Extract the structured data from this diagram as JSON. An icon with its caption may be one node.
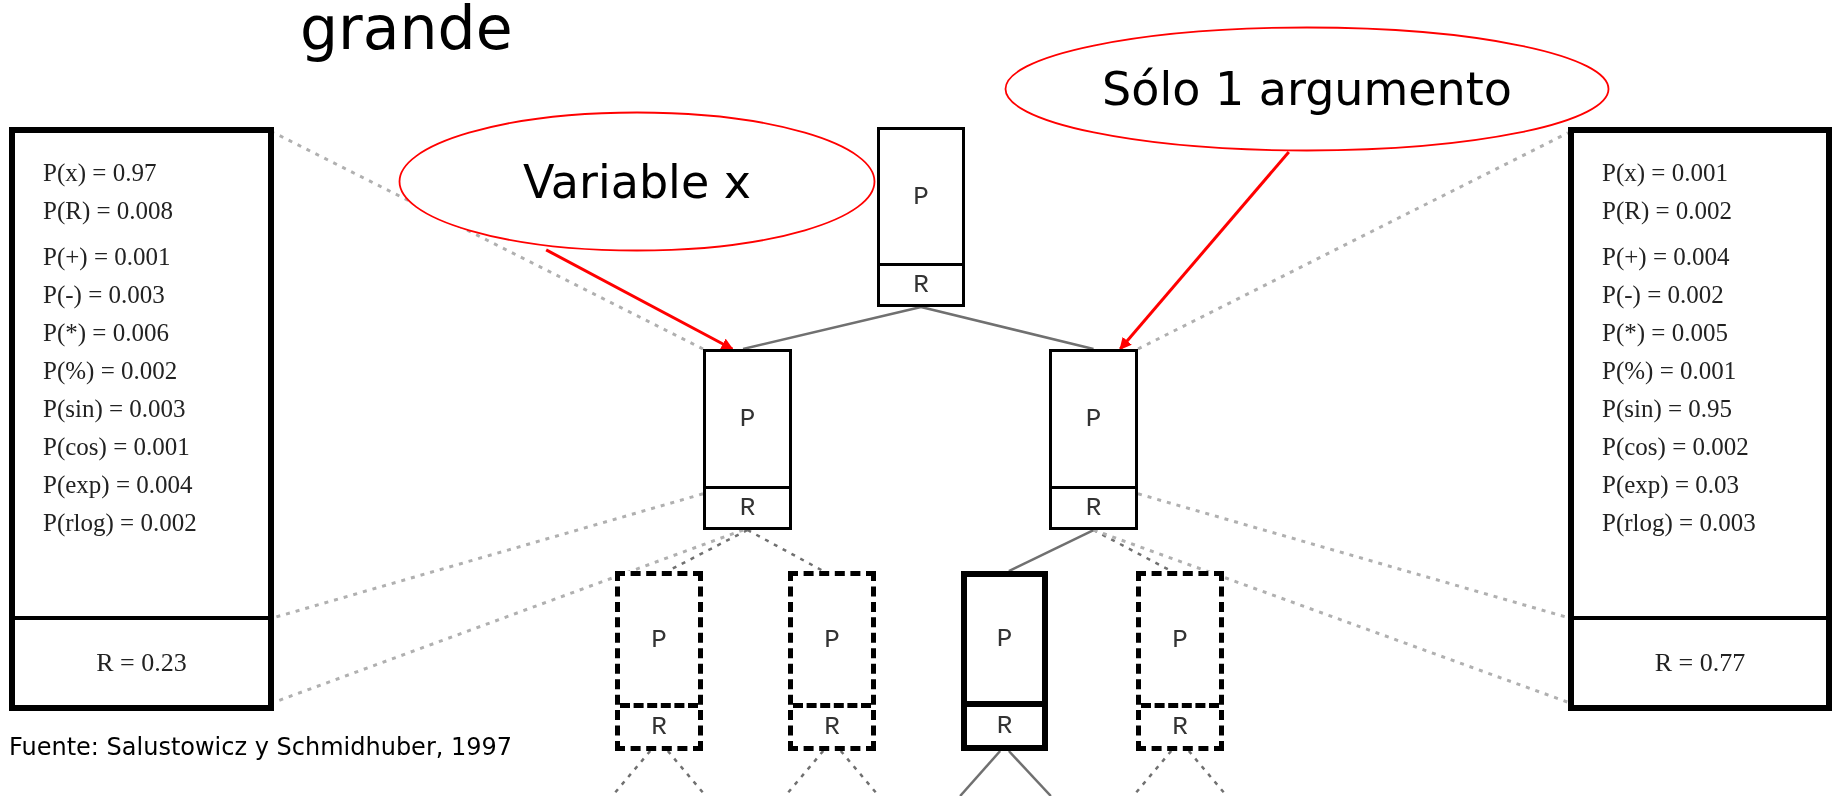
{
  "diagram": {
    "title": "grande",
    "caption": "Fuente: Salustowicz y Schmidhuber, 1997",
    "nodes": [
      {
        "text": [
          "P(x) = 0.97",
          "P(R) = 0.008",
          "P(+) = 0.001",
          "P(-) = 0.003",
          "P(*) = 0.006",
          "P(%) = 0.002",
          "P(sin) = 0.003",
          "P(cos) = 0.001",
          "P(exp) = 0.004",
          "P(rlog) = 0.002",
          "R = 0.23"
        ]
      },
      {
        "text": [
          "Variable x"
        ]
      },
      {
        "text": [
          "Sólo 1 argumento"
        ]
      },
      {
        "text": [
          "P",
          "R"
        ]
      },
      {
        "text": [
          "P",
          "R"
        ]
      },
      {
        "text": [
          "P",
          "R"
        ]
      },
      {
        "text": [
          "P",
          "R"
        ]
      },
      {
        "text": [
          "P",
          "R"
        ]
      },
      {
        "text": [
          "P",
          "R"
        ]
      },
      {
        "text": [
          "P",
          "R"
        ]
      },
      {
        "text": [
          "P(x) = 0.001",
          "P(R) = 0.002",
          "P(+) = 0.004",
          "P(-) = 0.002",
          "P(*) = 0.005",
          "P(%) = 0.001",
          "P(sin) = 0.95",
          "P(cos) = 0.002",
          "P(exp) = 0.03",
          "P(rlog) = 0.003",
          "R = 0.77"
        ]
      }
    ],
    "edges": [
      {
        "from": 3,
        "to": 4,
        "arrow": "none"
      },
      {
        "from": 3,
        "to": 5,
        "arrow": "none"
      },
      {
        "from": 4,
        "to": 6,
        "arrow": "none",
        "style": "dashed"
      },
      {
        "from": 4,
        "to": 7,
        "arrow": "none",
        "style": "dashed"
      },
      {
        "from": 5,
        "to": 8,
        "arrow": "none"
      },
      {
        "from": 5,
        "to": 9,
        "arrow": "none",
        "style": "dashed"
      },
      {
        "from": 1,
        "to": 4,
        "arrow": "to",
        "color": "#ff0000"
      },
      {
        "from": 2,
        "to": 5,
        "arrow": "to",
        "color": "#ff0000"
      },
      {
        "from": 4,
        "to": 0,
        "arrow": "none",
        "style": "dashed",
        "color": "#b0b0b0"
      },
      {
        "from": 4,
        "to": 0,
        "arrow": "none",
        "style": "dashed",
        "color": "#b0b0b0"
      },
      {
        "from": 4,
        "to": 0,
        "arrow": "none",
        "style": "dashed",
        "color": "#b0b0b0"
      },
      {
        "from": 5,
        "to": 10,
        "arrow": "none",
        "style": "dashed",
        "color": "#b0b0b0"
      },
      {
        "from": 5,
        "to": 10,
        "arrow": "none",
        "style": "dashed",
        "color": "#b0b0b0"
      },
      {
        "from": 5,
        "to": 10,
        "arrow": "none",
        "style": "dashed",
        "color": "#b0b0b0"
      },
      {
        "from": 6,
        "to": null,
        "arrow": "none",
        "style": "dashed"
      },
      {
        "from": 6,
        "to": null,
        "arrow": "none",
        "style": "dashed"
      },
      {
        "from": 7,
        "to": null,
        "arrow": "none",
        "style": "dashed"
      },
      {
        "from": 7,
        "to": null,
        "arrow": "none",
        "style": "dashed"
      },
      {
        "from": 8,
        "to": null,
        "arrow": "none"
      },
      {
        "from": 8,
        "to": null,
        "arrow": "none"
      },
      {
        "from": 9,
        "to": null,
        "arrow": "none",
        "style": "dashed"
      },
      {
        "from": 9,
        "to": null,
        "arrow": "none",
        "style": "dashed"
      }
    ]
  }
}
